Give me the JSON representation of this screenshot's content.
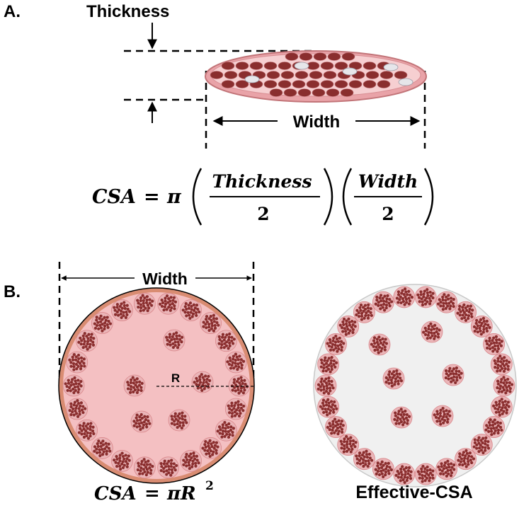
{
  "panel_a": {
    "label": "A.",
    "thickness_label": "Thickness",
    "width_label": "Width",
    "formula": {
      "lhs": "CSA",
      "equals": "=",
      "pi": "π",
      "num1": "Thickness",
      "den1": "2",
      "num2": "Width",
      "den2": "2"
    }
  },
  "panel_b": {
    "label": "B.",
    "width_label": "Width",
    "radius_label": "R",
    "formula": {
      "lhs": "CSA",
      "equals": "=",
      "rhs": "πR",
      "exp": "2"
    },
    "effective_label": "Effective-CSA"
  },
  "colors": {
    "muscle_pink": "#f4c0c2",
    "muscle_outline": "#d9868a",
    "outer_rim": "#d98c72",
    "fascicle_fill": "#eab5b8",
    "fiber_dot": "#8a2e2e",
    "gray_bg": "#f0f0f0",
    "gray_outline": "#c8c8c8"
  }
}
